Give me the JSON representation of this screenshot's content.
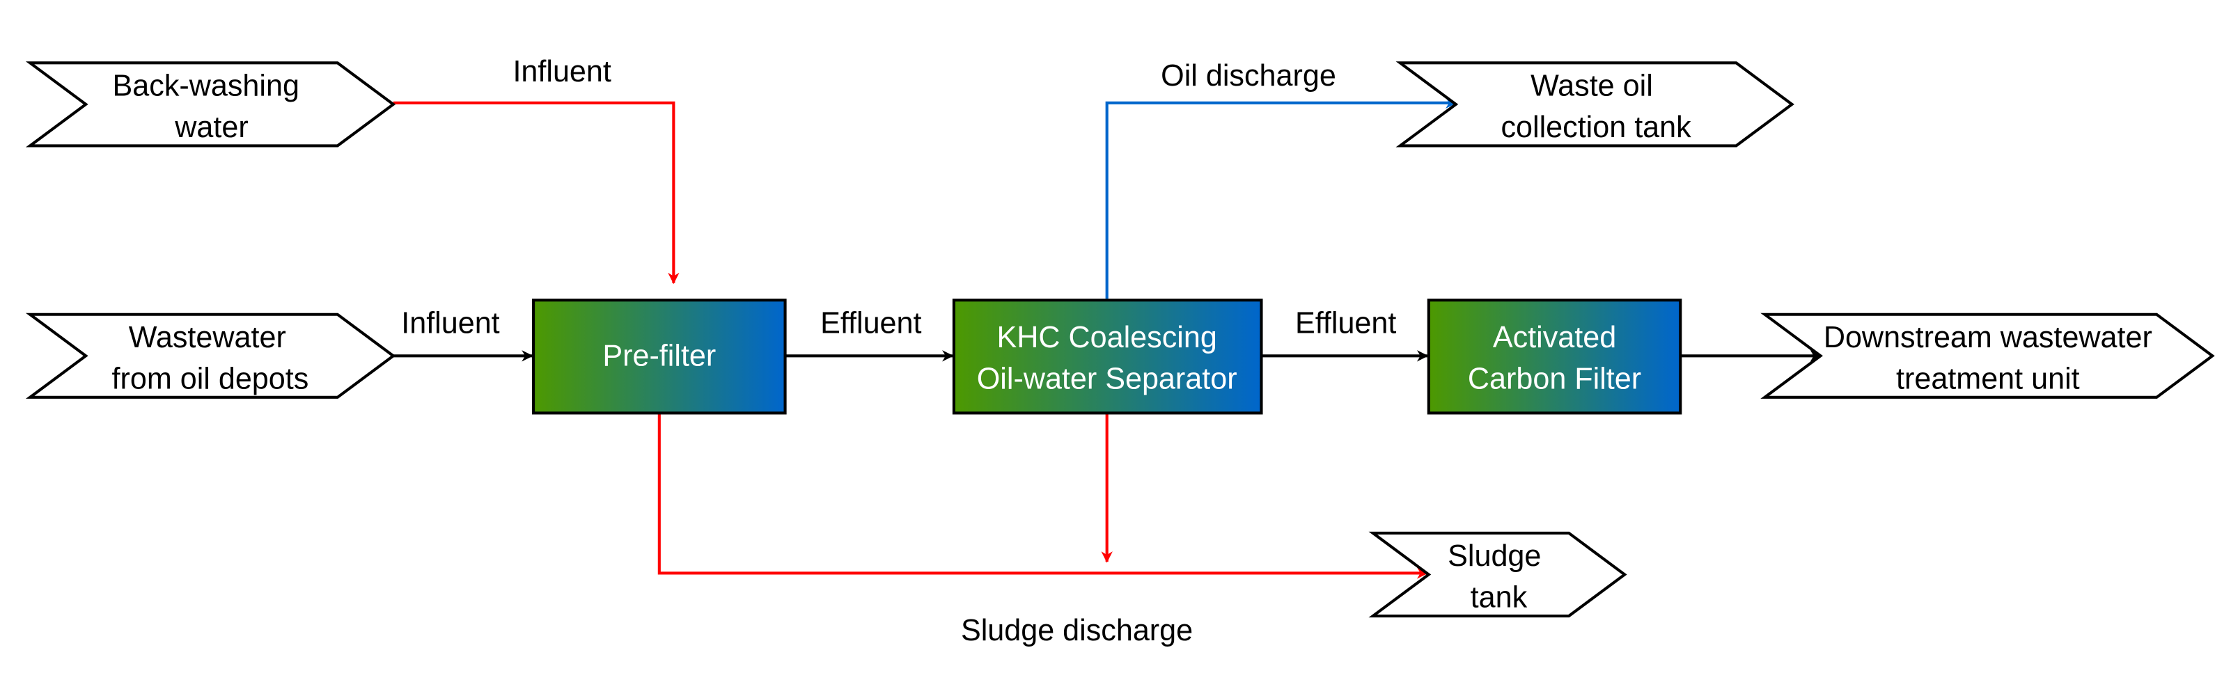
{
  "diagram": {
    "type": "process-flow",
    "colors": {
      "influent_backwash": "#FF0000",
      "sludge": "#FF0000",
      "oil": "#0066CC",
      "main_flow": "#000000",
      "process_gradient_start": "#4D9900",
      "process_gradient_end": "#0066CC",
      "process_text": "#FFFFFF"
    },
    "terminals": {
      "backwash": [
        "Back-washing",
        "water"
      ],
      "wastewater": [
        "Wastewater",
        "from oil depots"
      ],
      "waste_oil": [
        "Waste oil",
        "collection tank"
      ],
      "downstream": [
        "Downstream wastewater",
        "treatment unit"
      ],
      "sludge_tank": [
        "Sludge",
        "tank"
      ]
    },
    "processes": {
      "prefilter": [
        "Pre-filter"
      ],
      "separator": [
        "KHC Coalescing",
        "Oil-water Separator"
      ],
      "carbon": [
        "Activated",
        "Carbon Filter"
      ]
    },
    "edge_labels": {
      "influent_top": "Influent",
      "influent_main": "Influent",
      "effluent_1": "Effluent",
      "effluent_2": "Effluent",
      "oil_discharge": "Oil discharge",
      "sludge_discharge": "Sludge discharge"
    }
  }
}
